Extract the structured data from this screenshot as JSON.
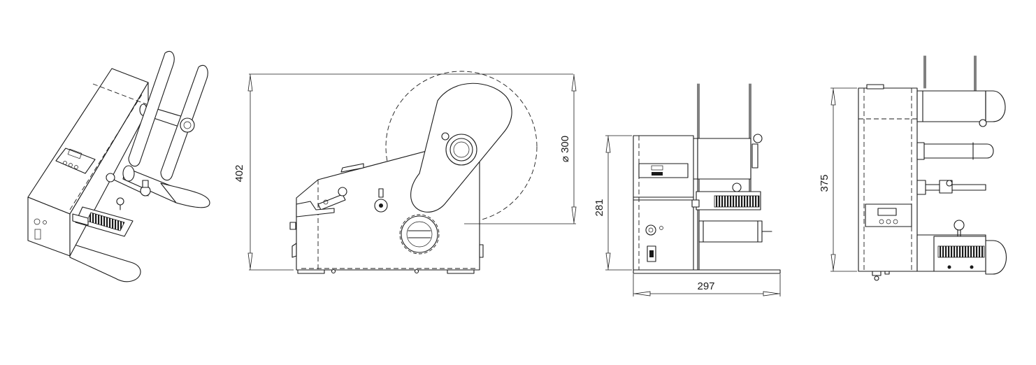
{
  "dimensions": {
    "overall_height": "402",
    "roll_diameter": "⌀ 300",
    "body_height": "281",
    "base_length": "297",
    "side_height": "375"
  }
}
